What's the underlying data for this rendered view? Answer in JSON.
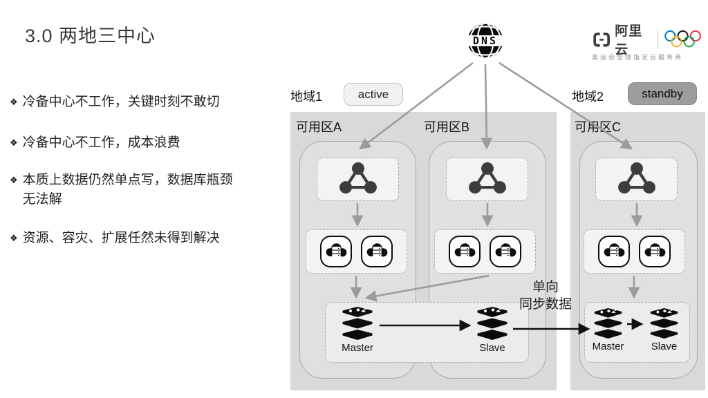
{
  "slide": {
    "title": "3.0 两地三中心"
  },
  "bullets": [
    "冷备中心不工作，关键时刻不敢切",
    "冷备中心不工作，成本浪费",
    "本质上数据仍然单点写，数据库瓶颈无法解",
    "资源、容灾、扩展任然未得到解决"
  ],
  "bullet_marker": "❖",
  "dns": {
    "label": "DNS"
  },
  "logo": {
    "brand": "阿里云",
    "tagline": "奥运会全球指定云服务商"
  },
  "regions": [
    {
      "name": "地域1",
      "badge": "active"
    },
    {
      "name": "地域2",
      "badge": "standby"
    }
  ],
  "zones": [
    {
      "label": "可用区A"
    },
    {
      "label": "可用区B"
    },
    {
      "label": "可用区C"
    }
  ],
  "db_labels": {
    "master": "Master",
    "slave": "Slave"
  },
  "sync_label": {
    "line1": "单向",
    "line2": "同步数据"
  },
  "colors": {
    "region_bg": "#d9d9d9",
    "zone_bg": "#e0e0e0",
    "active_badge_bg": "#f1f1f1",
    "standby_badge_bg": "#9d9d9d",
    "arrow_gray": "#9b9b9b",
    "arrow_black": "#111111",
    "olympic_rings": [
      "#0081c8",
      "#1a1a1a",
      "#ee334e",
      "#f6b221",
      "#1aa65c"
    ]
  }
}
